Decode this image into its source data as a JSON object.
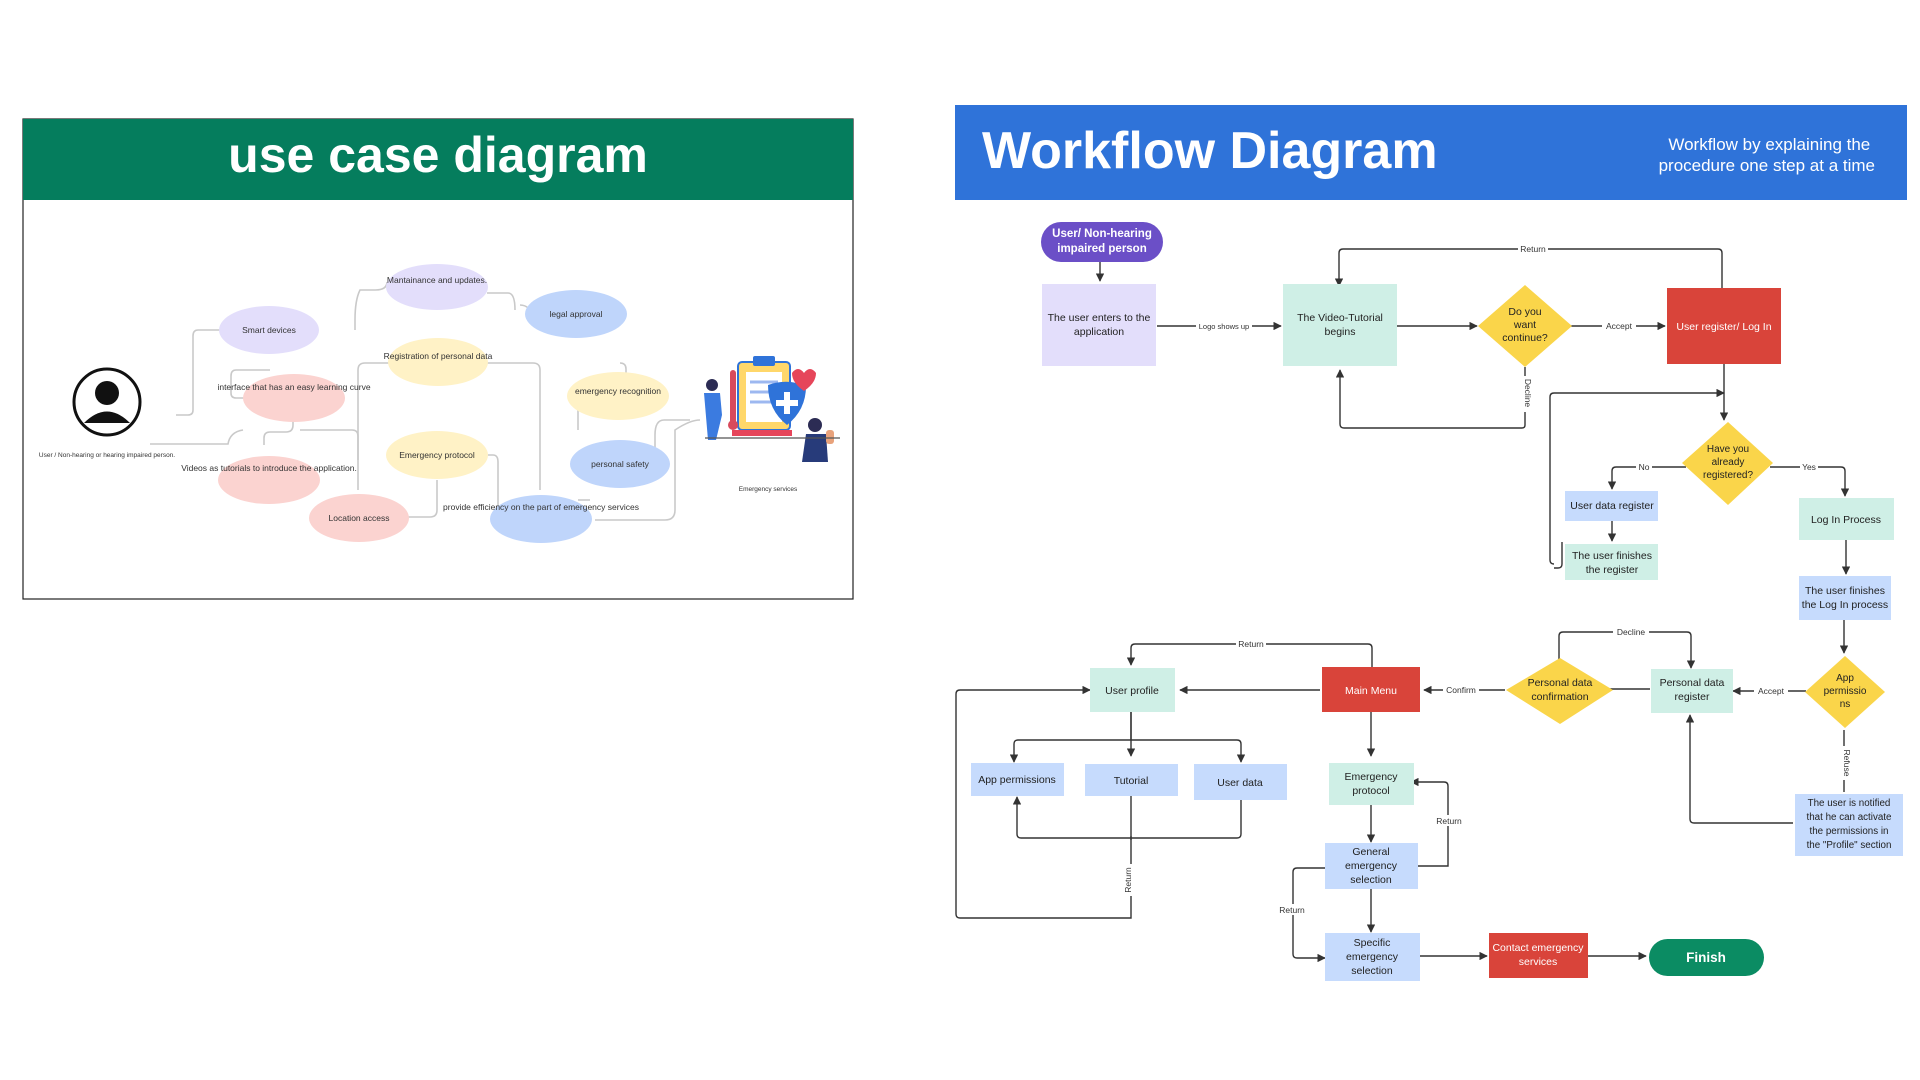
{
  "colors": {
    "green_header": "#057D5D",
    "blue_header": "#2F73D9",
    "purple_node": "#E3DEFB",
    "pink_node": "#FBD3D0",
    "yellow_node": "#FFF2C6",
    "blue_node": "#C6DBFD",
    "mint_node": "#CFEFE6",
    "decision": "#FAD54A",
    "red_node": "#D9443A",
    "finish": "#0B8C63",
    "pill": "#6B4FC7"
  },
  "use_case": {
    "title": "use case diagram",
    "actor_label": "User / Non-hearing or hearing impaired person.",
    "emergency_label": "Emergency services",
    "ellipses": {
      "maintenance": "Mantainance and updates.",
      "smart_devices": "Smart devices",
      "legal_approval": "legal approval",
      "registration": "Registration of personal data",
      "interface": "interface that has an easy learning curve",
      "emergency_recognition": "emergency recognition",
      "emergency_protocol": "Emergency protocol",
      "personal_safety": "personal safety",
      "videos": "Videos as tutorials to introduce the application.",
      "location": "Location access",
      "efficiency": "provide efficiency on the part of emergency services"
    }
  },
  "workflow": {
    "title": "Workflow Diagram",
    "subtitle": "Workflow by explaining the procedure one step at a time",
    "nodes": {
      "user": "User/ Non-hearing impaired person",
      "enters": "The user enters to the application",
      "video": "The Video-Tutorial begins",
      "continue": "Do you want continue?",
      "register_login": "User register/ Log In",
      "already": "Have you already registered?",
      "data_register": "User data register",
      "finishes_register": "The user finishes the register",
      "login_process": "Log In Process",
      "finishes_login": "The user finishes the Log In process",
      "app_permissions_q": "App permissions",
      "notified": "The user is notified that he can activate the permissions in the \"Profile\" section",
      "personal_data_register": "Personal data register",
      "personal_data_confirmation": "Personal data confirmation",
      "main_menu": "Main Menu",
      "user_profile": "User profile",
      "app_permissions": "App permissions",
      "tutorial": "Tutorial",
      "user_data": "User data",
      "emergency_protocol": "Emergency protocol",
      "general_selection": "General emergency selection",
      "specific_selection": "Specific emergency selection",
      "contact": "Contact emergency services",
      "finish": "Finish"
    },
    "edges": {
      "logo": "Logo shows up",
      "return": "Return",
      "accept": "Accept",
      "decline": "Decline",
      "no": "No",
      "yes": "Yes",
      "refuse": "Refuse",
      "confirm": "Confirm"
    }
  }
}
